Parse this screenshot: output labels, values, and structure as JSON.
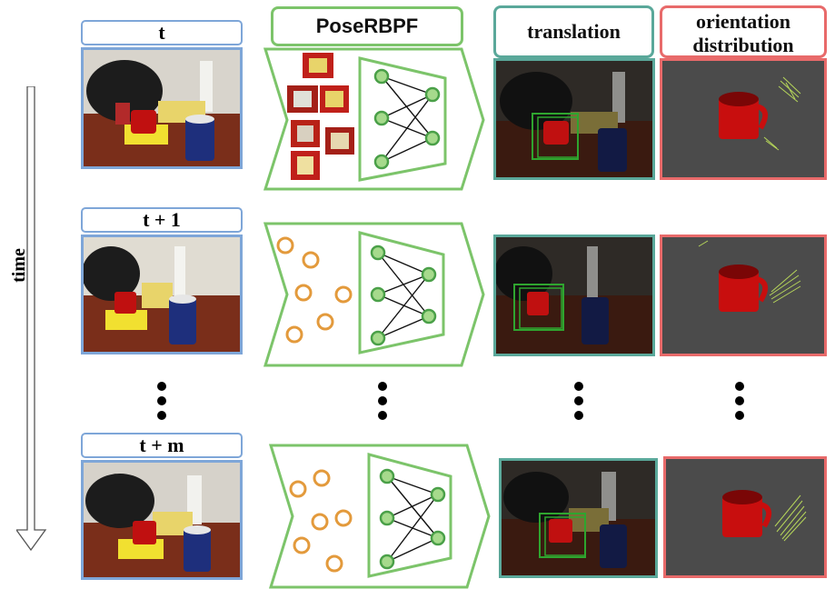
{
  "frames": [
    {
      "time_label": "t"
    },
    {
      "time_label": "t + 1"
    },
    {
      "time_label": "t + m"
    }
  ],
  "headers": {
    "filter": "PoseRBPF",
    "translation": "translation",
    "orientation_line1": "orientation",
    "orientation_line2": "distribution"
  },
  "axis": {
    "time_label": "time"
  },
  "colors": {
    "frame_border": "#7ea6d8",
    "filter_green": "#7cc46a",
    "translation_border": "#5aa89a",
    "orientation_border": "#e86a6a",
    "particle_orange": "#e39a3c",
    "orientation_bg": "#4b4b4b"
  }
}
